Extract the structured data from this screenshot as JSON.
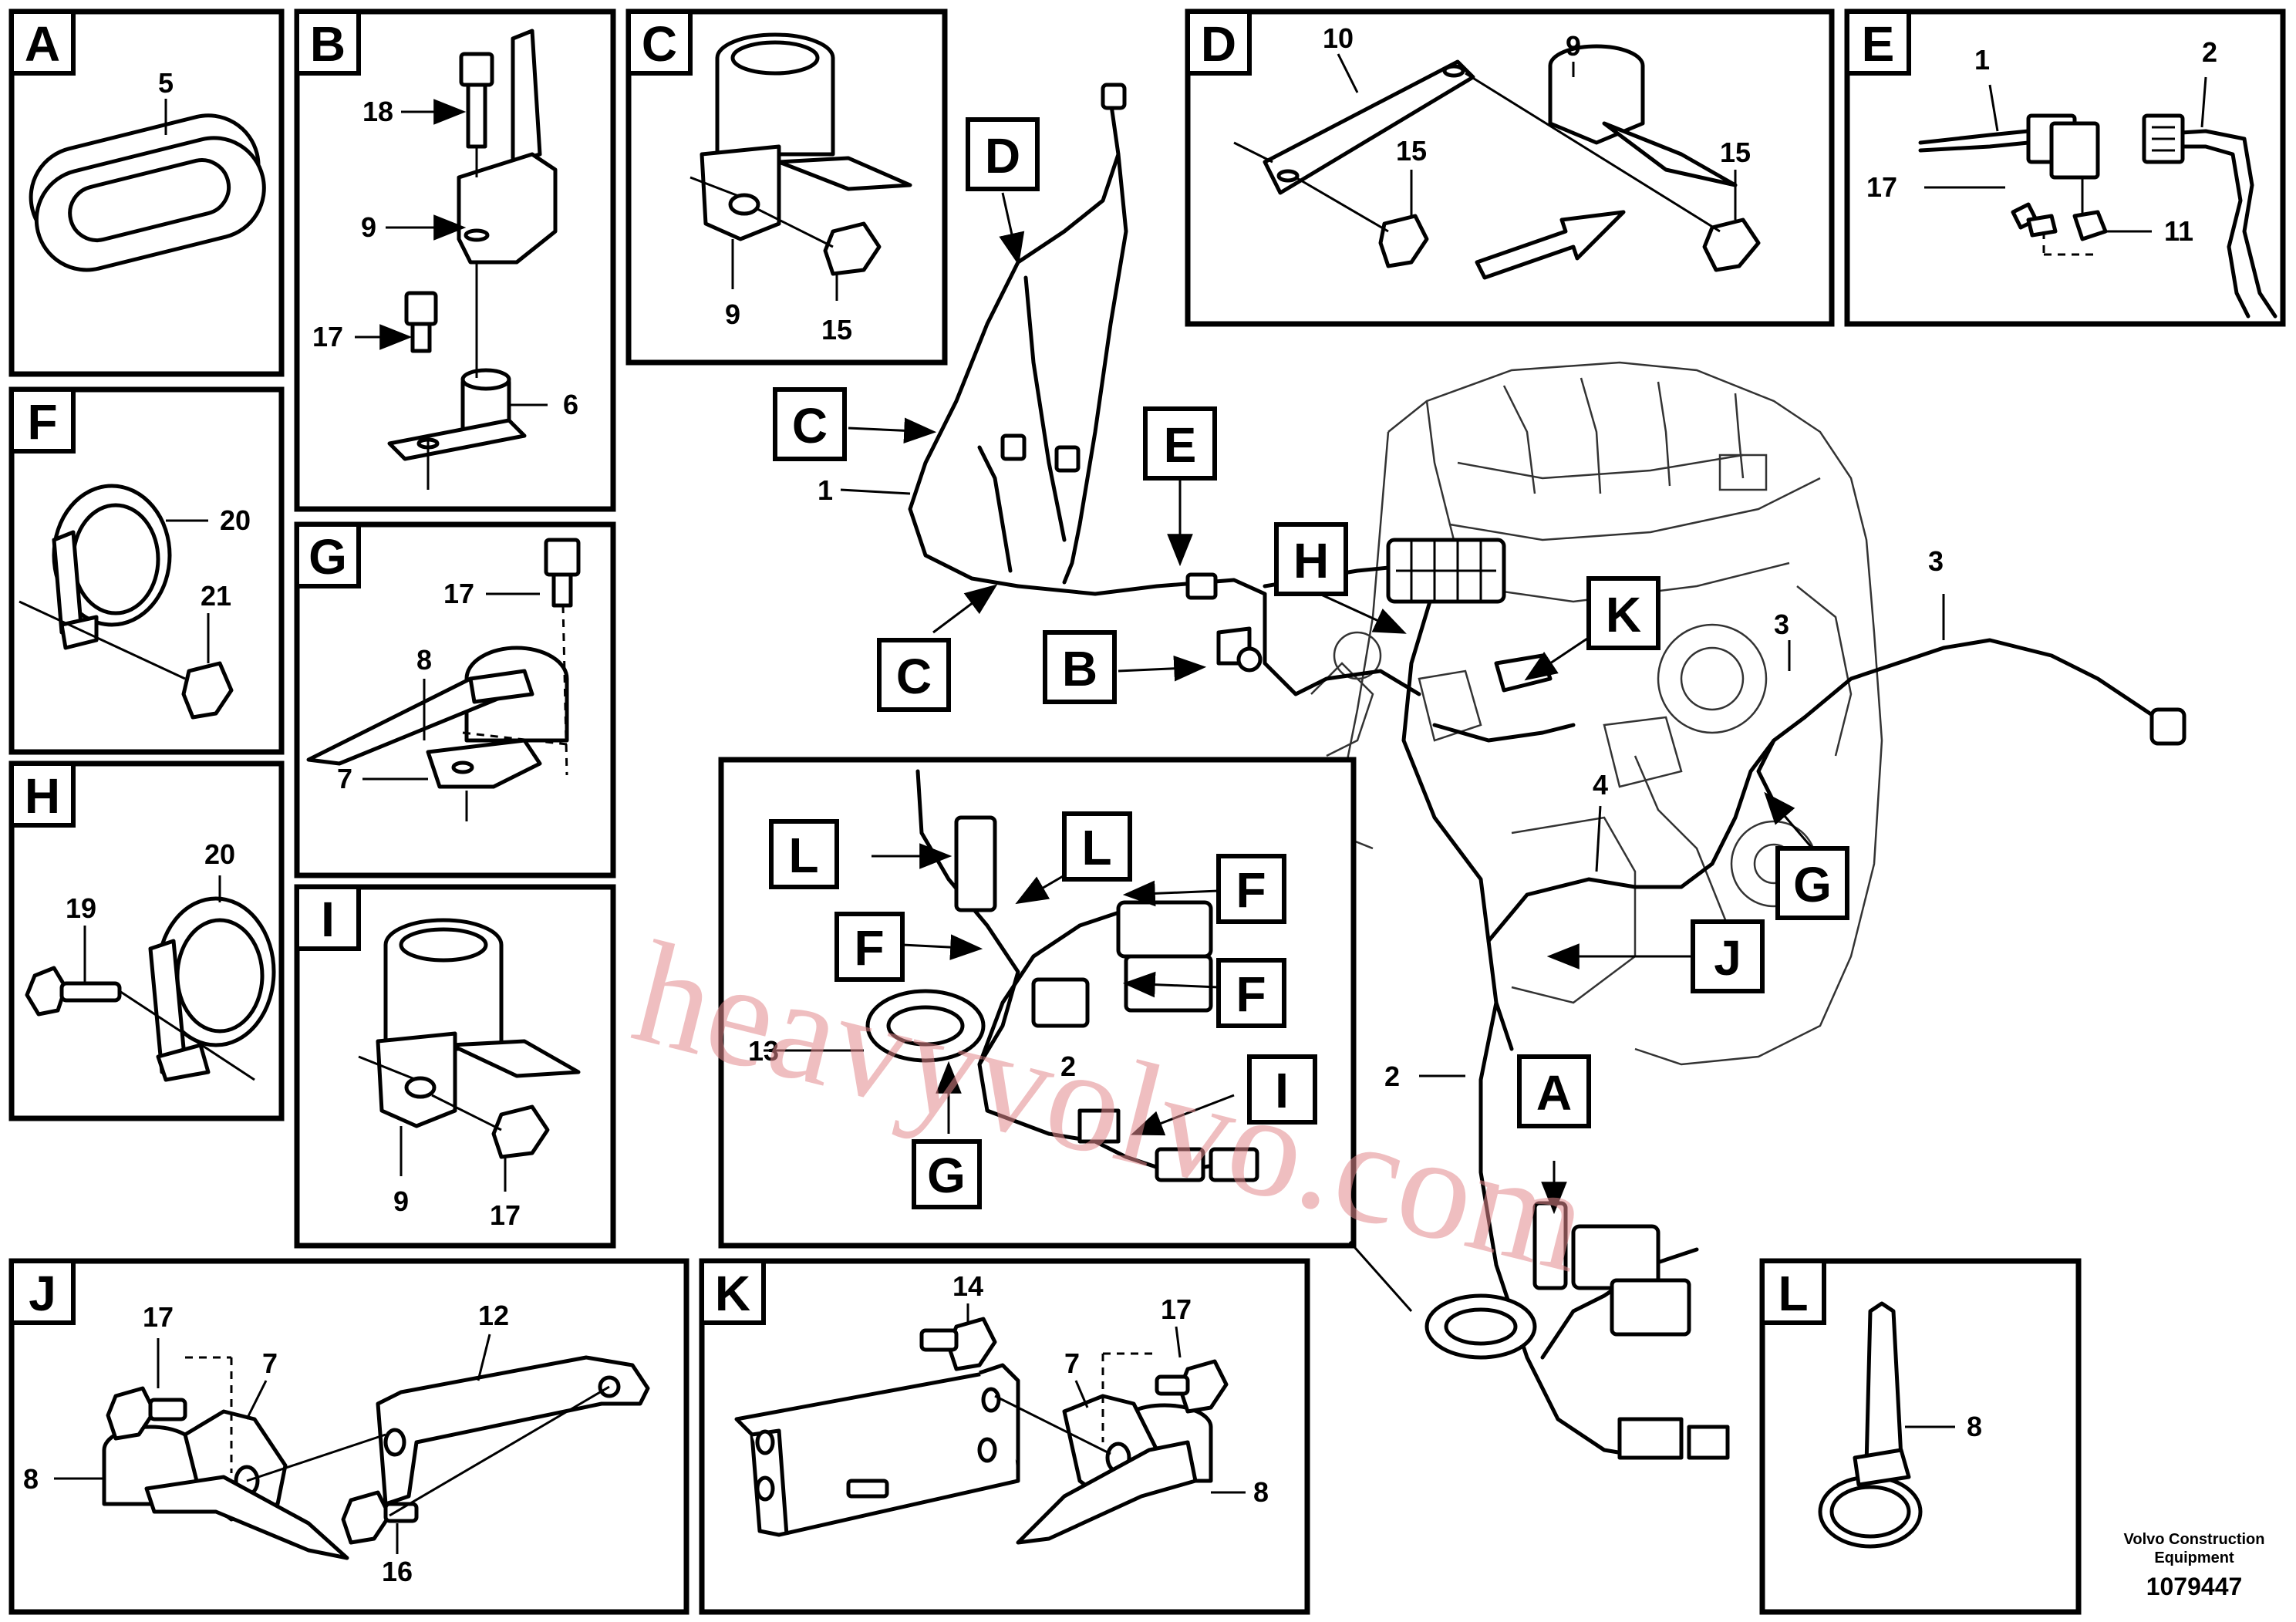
{
  "panels": {
    "A": {
      "letter": "A",
      "parts": [
        "5"
      ]
    },
    "B": {
      "letter": "B",
      "parts": [
        "18",
        "9",
        "17",
        "6"
      ]
    },
    "C": {
      "letter": "C",
      "parts": [
        "9",
        "15"
      ]
    },
    "D": {
      "letter": "D",
      "parts": [
        "10",
        "9",
        "15",
        "15"
      ]
    },
    "E": {
      "letter": "E",
      "parts": [
        "1",
        "2",
        "17",
        "11"
      ]
    },
    "F": {
      "letter": "F",
      "parts": [
        "20",
        "21"
      ]
    },
    "G": {
      "letter": "G",
      "parts": [
        "17",
        "8",
        "7"
      ]
    },
    "H": {
      "letter": "H",
      "parts": [
        "20",
        "19"
      ]
    },
    "I": {
      "letter": "I",
      "parts": [
        "9",
        "17"
      ]
    },
    "J": {
      "letter": "J",
      "parts": [
        "17",
        "7",
        "12",
        "8",
        "16"
      ]
    },
    "K": {
      "letter": "K",
      "parts": [
        "14",
        "7",
        "17",
        "8"
      ]
    },
    "L": {
      "letter": "L",
      "parts": [
        "8"
      ]
    }
  },
  "main_callouts": {
    "letters": [
      "D",
      "C",
      "E",
      "H",
      "K",
      "B",
      "C",
      "G",
      "J",
      "A"
    ],
    "parts": [
      "1",
      "3",
      "3",
      "4",
      "2"
    ]
  },
  "inset_callouts": {
    "letters": [
      "L",
      "L",
      "F",
      "F",
      "F",
      "I",
      "G"
    ],
    "parts": [
      "13",
      "2"
    ]
  },
  "footer": {
    "brand_line1": "Volvo Construction",
    "brand_line2": "Equipment",
    "doc_number": "1079447"
  },
  "watermark": "heavyvolvo.com"
}
